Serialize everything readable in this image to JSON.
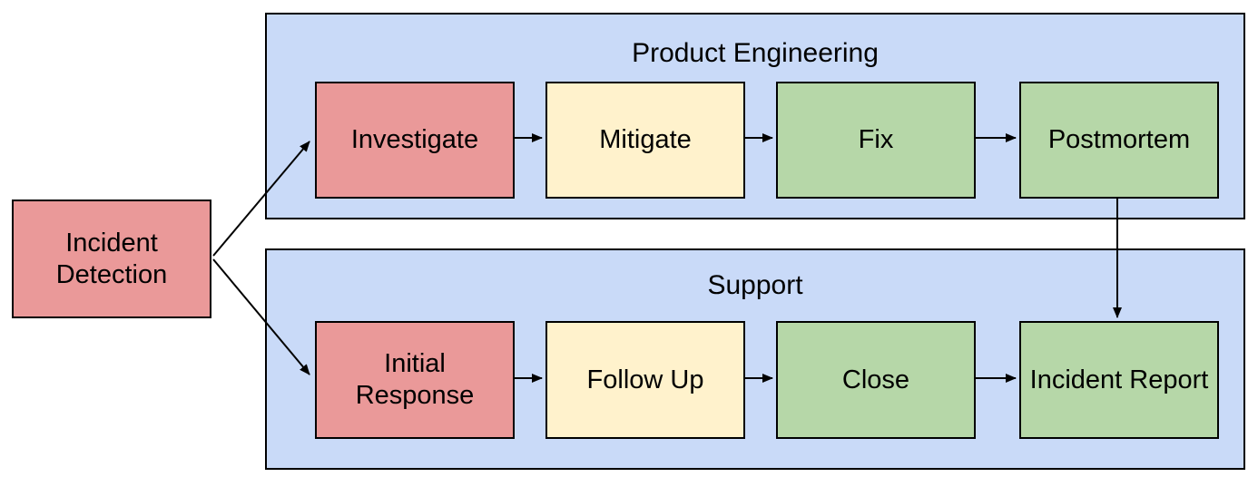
{
  "colors": {
    "red": "#EA9999",
    "yellow": "#FFF2CC",
    "green": "#B6D7A8",
    "blue": "#C9DAF8",
    "border": "#000000",
    "background": "#FFFFFF",
    "text": "#000000"
  },
  "diagram": {
    "start_node": {
      "label": "Incident Detection",
      "color": "red"
    },
    "lanes": [
      {
        "title": "Product Engineering",
        "steps": [
          {
            "label": "Investigate",
            "color": "red"
          },
          {
            "label": "Mitigate",
            "color": "yellow"
          },
          {
            "label": "Fix",
            "color": "green"
          },
          {
            "label": "Postmortem",
            "color": "green"
          }
        ]
      },
      {
        "title": "Support",
        "steps": [
          {
            "label": "Initial Response",
            "color": "red"
          },
          {
            "label": "Follow Up",
            "color": "yellow"
          },
          {
            "label": "Close",
            "color": "green"
          },
          {
            "label": "Incident Report",
            "color": "green"
          }
        ]
      }
    ],
    "connections": [
      {
        "from": "Incident Detection",
        "to": "Investigate"
      },
      {
        "from": "Incident Detection",
        "to": "Initial Response"
      },
      {
        "from": "Investigate",
        "to": "Mitigate"
      },
      {
        "from": "Mitigate",
        "to": "Fix"
      },
      {
        "from": "Fix",
        "to": "Postmortem"
      },
      {
        "from": "Postmortem",
        "to": "Incident Report"
      },
      {
        "from": "Initial Response",
        "to": "Follow Up"
      },
      {
        "from": "Follow Up",
        "to": "Close"
      },
      {
        "from": "Close",
        "to": "Incident Report"
      }
    ]
  }
}
